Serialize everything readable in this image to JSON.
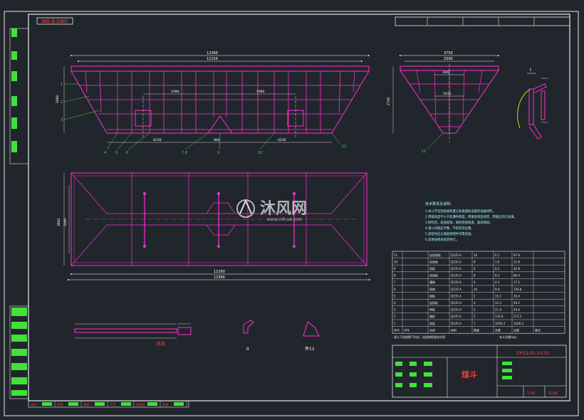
{
  "colors": {
    "background": "#21262c",
    "frame": "#e8e8e8",
    "structure": "#ff2fd0",
    "dimension": "#ffffff",
    "leader": "#41e03c",
    "note_text": "#9cfcff",
    "title_red": "#ff3a3a",
    "watermark": "#c9ccd0"
  },
  "top_tag": "储煤-煤-运输机",
  "front_view": {
    "dims": [
      "12366",
      "12156",
      "3390",
      "1960",
      "1680",
      "4230",
      "4230",
      "960"
    ],
    "labels": [
      "1",
      "2",
      "3",
      "4",
      "5",
      "6",
      "7,8",
      "9",
      "10",
      "11"
    ]
  },
  "side_view": {
    "dims": [
      "3750",
      "3390",
      "640",
      "1010",
      "2790"
    ],
    "labels": [
      "11"
    ]
  },
  "detail_I_label": "I",
  "plan_view": {
    "dims": [
      "12160",
      "12366",
      "3890",
      "2090"
    ]
  },
  "notes": {
    "title": "技术要求及说明：",
    "lines": [
      "1.本斗不包括机械装置与各类辅助设施的设备材料。",
      "2.焊缝高度不小于较薄件厚度，焊接采用连续焊，焊缝应均匀饱满。",
      "3.制作后，表面除锈，刷防锈漆两道，面漆两道。",
      "4.煤斗内壁应平整，不得有突出物。",
      "5.安装时应与基础预埋件可靠连接。",
      "6.其余按相关规范执行。"
    ]
  },
  "bom": {
    "headers": [
      "序号",
      "代号",
      "名称",
      "材料",
      "数量",
      "单重",
      "总重",
      "备注"
    ],
    "rows": [
      [
        "11",
        "",
        "加劲肋板",
        "Q235-A",
        "16",
        "6.1",
        "97.6",
        ""
      ],
      [
        "10",
        "",
        "加劲肋",
        "Q235-A",
        "8",
        "1.6",
        "12.8",
        ""
      ],
      [
        "9",
        "",
        "肋板",
        "Q235-A",
        "4",
        "8.2",
        "32.8",
        ""
      ],
      [
        "8",
        "",
        "连接板",
        "Q235-A",
        "8",
        "8.3",
        "66.4",
        ""
      ],
      [
        "7",
        "",
        "槽钢",
        "Q235-A",
        "4",
        "4.3",
        "17.2",
        ""
      ],
      [
        "6",
        "",
        "角钢",
        "Q235-A",
        "16",
        "9.8",
        "156.8",
        ""
      ],
      [
        "5",
        "",
        "钢板",
        "Q235-A",
        "2",
        "15.2",
        "30.4",
        ""
      ],
      [
        "4",
        "",
        "连接板",
        "Q235-A",
        "4",
        "12.3",
        "49.2",
        ""
      ],
      [
        "3",
        "",
        "侧板",
        "Q235-A",
        "2",
        "21.8",
        "43.6",
        ""
      ],
      [
        "2",
        "",
        "端板",
        "Q235-A",
        "2",
        "135.6",
        "271.2",
        ""
      ],
      [
        "1",
        "",
        "底板",
        "Q235-A",
        "1",
        "1026.4",
        "1026.4",
        ""
      ]
    ],
    "total_note": "本斗总重(kg)",
    "footer_note": "煤斗下部放置下料机，连接按照要求办理"
  },
  "title_block": {
    "drawing_no": "ZPG120-10-02",
    "part_name": "煤斗",
    "scale": "1:30",
    "sheet": "共1张"
  },
  "section_labels": {
    "bottom_left_caption": "底部",
    "detail_II": "II",
    "detail_11": "件11"
  },
  "watermark": {
    "brand": "沐风网",
    "url": "www.mfcad.com"
  },
  "bottom_strip": [
    "设计",
    "校对",
    "审核",
    "工艺",
    "标准化",
    "批准"
  ]
}
